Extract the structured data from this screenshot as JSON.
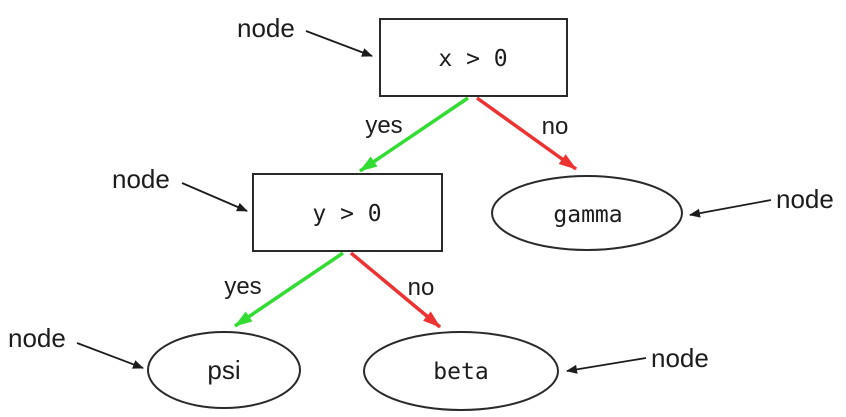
{
  "diagram": {
    "type": "decision-tree",
    "background": "#ffffff",
    "colors": {
      "yes_edge": "#32dc32",
      "no_edge": "#ee3131",
      "outline": "#2a2a2a",
      "text": "#1c1c1c"
    },
    "nodes": {
      "root": {
        "label": "x > 0",
        "shape": "rectangle"
      },
      "inner": {
        "label": "y > 0",
        "shape": "rectangle"
      },
      "gamma": {
        "label": "gamma",
        "shape": "ellipse"
      },
      "psi": {
        "label": "psi",
        "shape": "ellipse"
      },
      "beta": {
        "label": "beta",
        "shape": "ellipse"
      }
    },
    "edges": {
      "root_yes": {
        "label": "yes",
        "from": "root",
        "to": "inner"
      },
      "root_no": {
        "label": "no",
        "from": "root",
        "to": "gamma"
      },
      "inner_yes": {
        "label": "yes",
        "from": "inner",
        "to": "psi"
      },
      "inner_no": {
        "label": "no",
        "from": "inner",
        "to": "beta"
      }
    },
    "annotations": {
      "root": "node",
      "inner": "node",
      "psi": "node",
      "gamma": "node",
      "beta": "node"
    }
  }
}
